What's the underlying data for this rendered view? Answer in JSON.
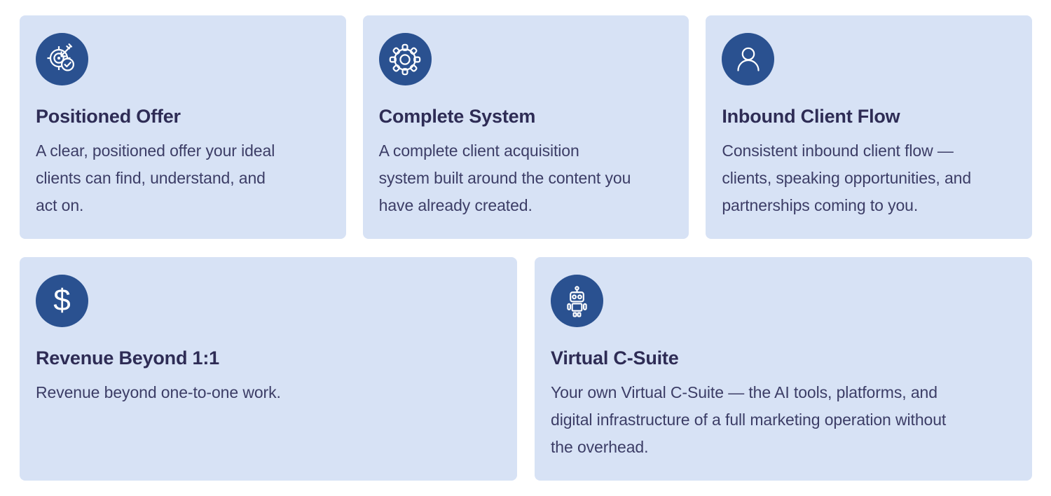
{
  "theme": {
    "page_bg": "#ffffff",
    "card_bg": "#d7e2f5",
    "icon_circle_bg": "#2a5190",
    "icon_color": "#ffffff",
    "title_color": "#2e2c55",
    "body_color": "#3c3d66"
  },
  "cards": [
    {
      "icon": "target-arrow-check-icon",
      "title": "Positioned Offer",
      "description": "A clear, positioned offer your ideal\nclients can find, understand, and\nact on."
    },
    {
      "icon": "gear-icon",
      "title": "Complete System",
      "description": "A complete client acquisition\nsystem built around the content you\nhave already created."
    },
    {
      "icon": "person-icon",
      "title": "Inbound Client Flow",
      "description": "Consistent inbound client flow —\nclients, speaking opportunities, and\npartnerships coming to you."
    },
    {
      "icon": "dollar-icon",
      "glyph": "$",
      "title": "Revenue Beyond 1:1",
      "description": "Revenue beyond one-to-one work."
    },
    {
      "icon": "robot-icon",
      "title": "Virtual C-Suite",
      "description": "Your own Virtual C-Suite — the AI tools, platforms, and\ndigital infrastructure of a full marketing operation without\nthe overhead."
    }
  ]
}
